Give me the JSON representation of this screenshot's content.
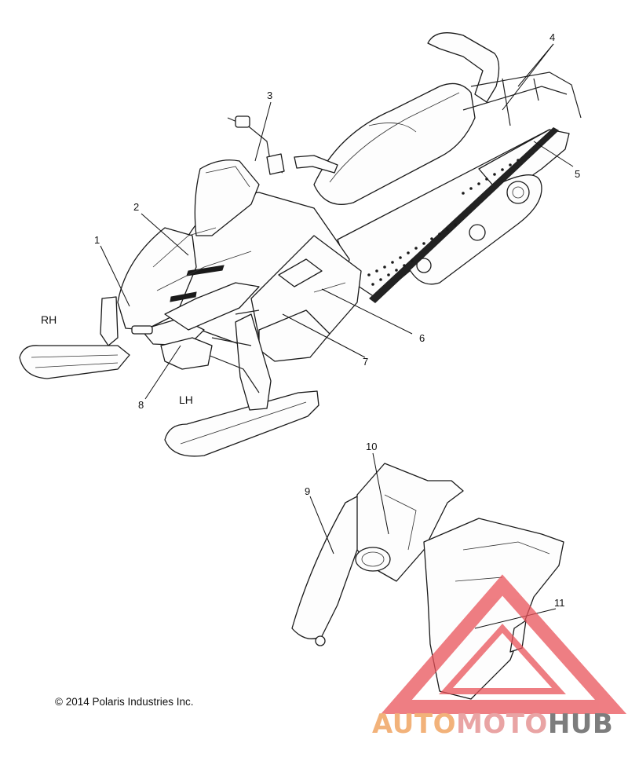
{
  "callouts": [
    "1",
    "2",
    "3",
    "4",
    "5",
    "6",
    "7",
    "8",
    "9",
    "10",
    "11"
  ],
  "labels": {
    "rh": "RH",
    "lh": "LH"
  },
  "copyright": "© 2014 Polaris Industries Inc.",
  "watermark": {
    "part1": "AUTO",
    "part2": "MOTO",
    "part3": "HUB",
    "colors": {
      "auto": "#f2b27a",
      "moto": "#e9a4a4",
      "hub": "#7d7d7d",
      "triangle": "#e9535a"
    }
  }
}
